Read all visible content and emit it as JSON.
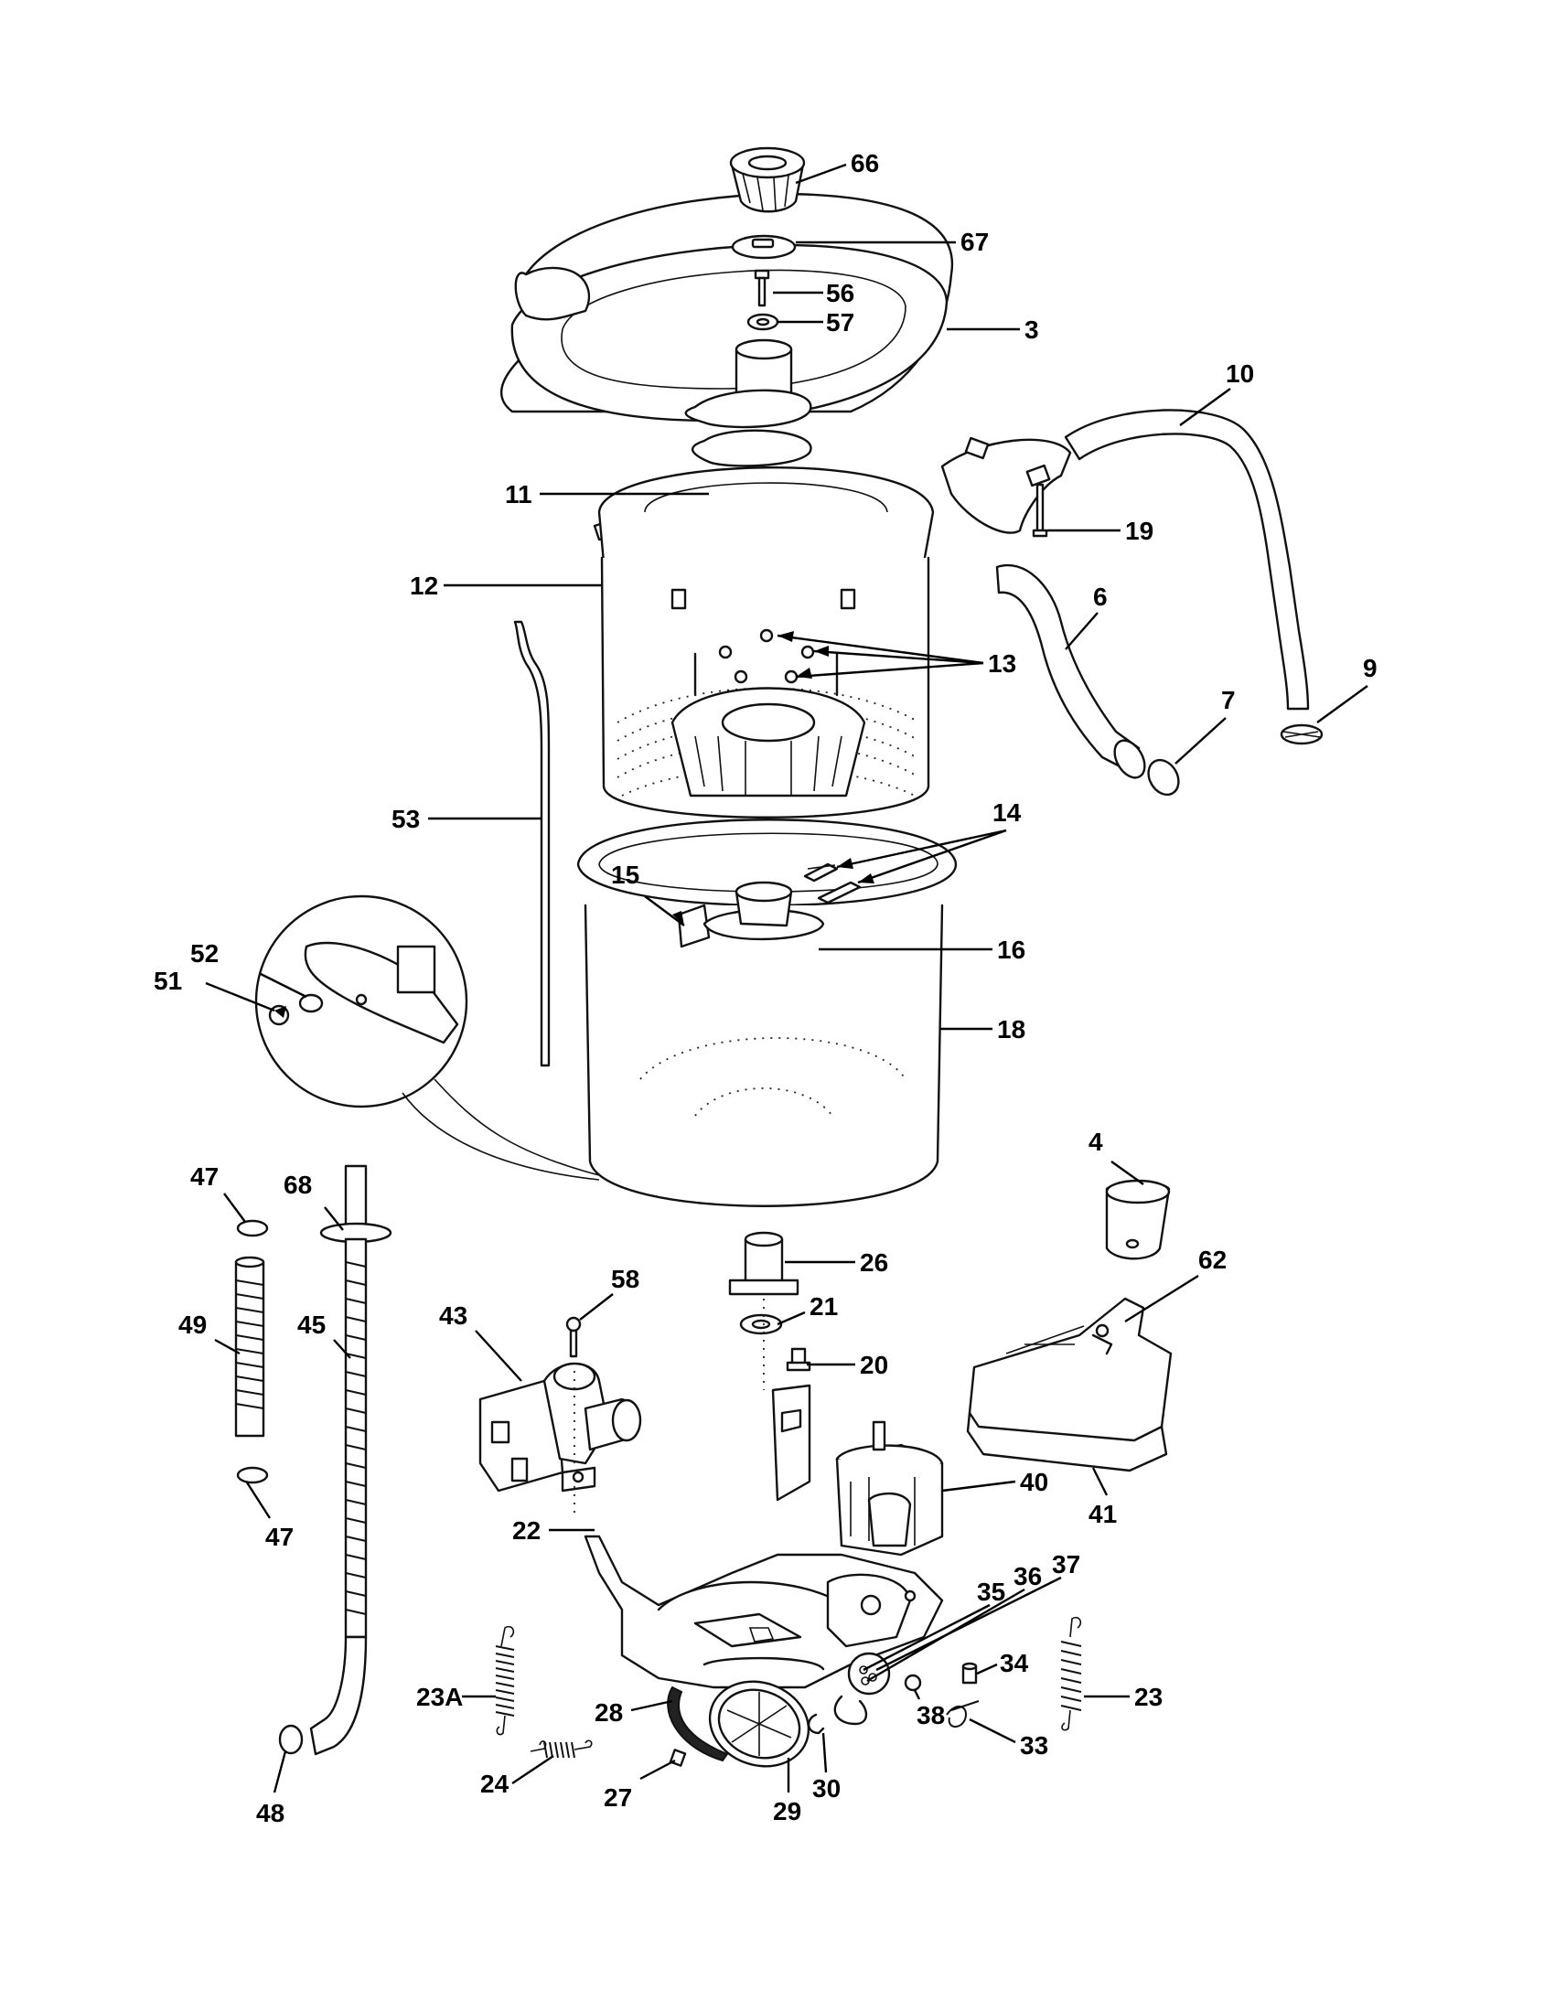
{
  "callouts": {
    "c66": "66",
    "c67": "67",
    "c56": "56",
    "c57": "57",
    "c3": "3",
    "c10": "10",
    "c11": "11",
    "c19": "19",
    "c12": "12",
    "c6": "6",
    "c13": "13",
    "c9": "9",
    "c7": "7",
    "c53": "53",
    "c14": "14",
    "c15": "15",
    "c16": "16",
    "c52": "52",
    "c51": "51",
    "c18": "18",
    "c4": "4",
    "c47a": "47",
    "c68": "68",
    "c26": "26",
    "c62": "62",
    "c58": "58",
    "c21": "21",
    "c43": "43",
    "c49": "49",
    "c45": "45",
    "c20": "20",
    "c40": "40",
    "c41": "41",
    "c47b": "47",
    "c22": "22",
    "c37": "37",
    "c36": "36",
    "c35": "35",
    "c34": "34",
    "c23": "23",
    "c23a": "23A",
    "c28": "28",
    "c38": "38",
    "c33": "33",
    "c24": "24",
    "c30": "30",
    "c27": "27",
    "c29": "29",
    "c48": "48"
  }
}
